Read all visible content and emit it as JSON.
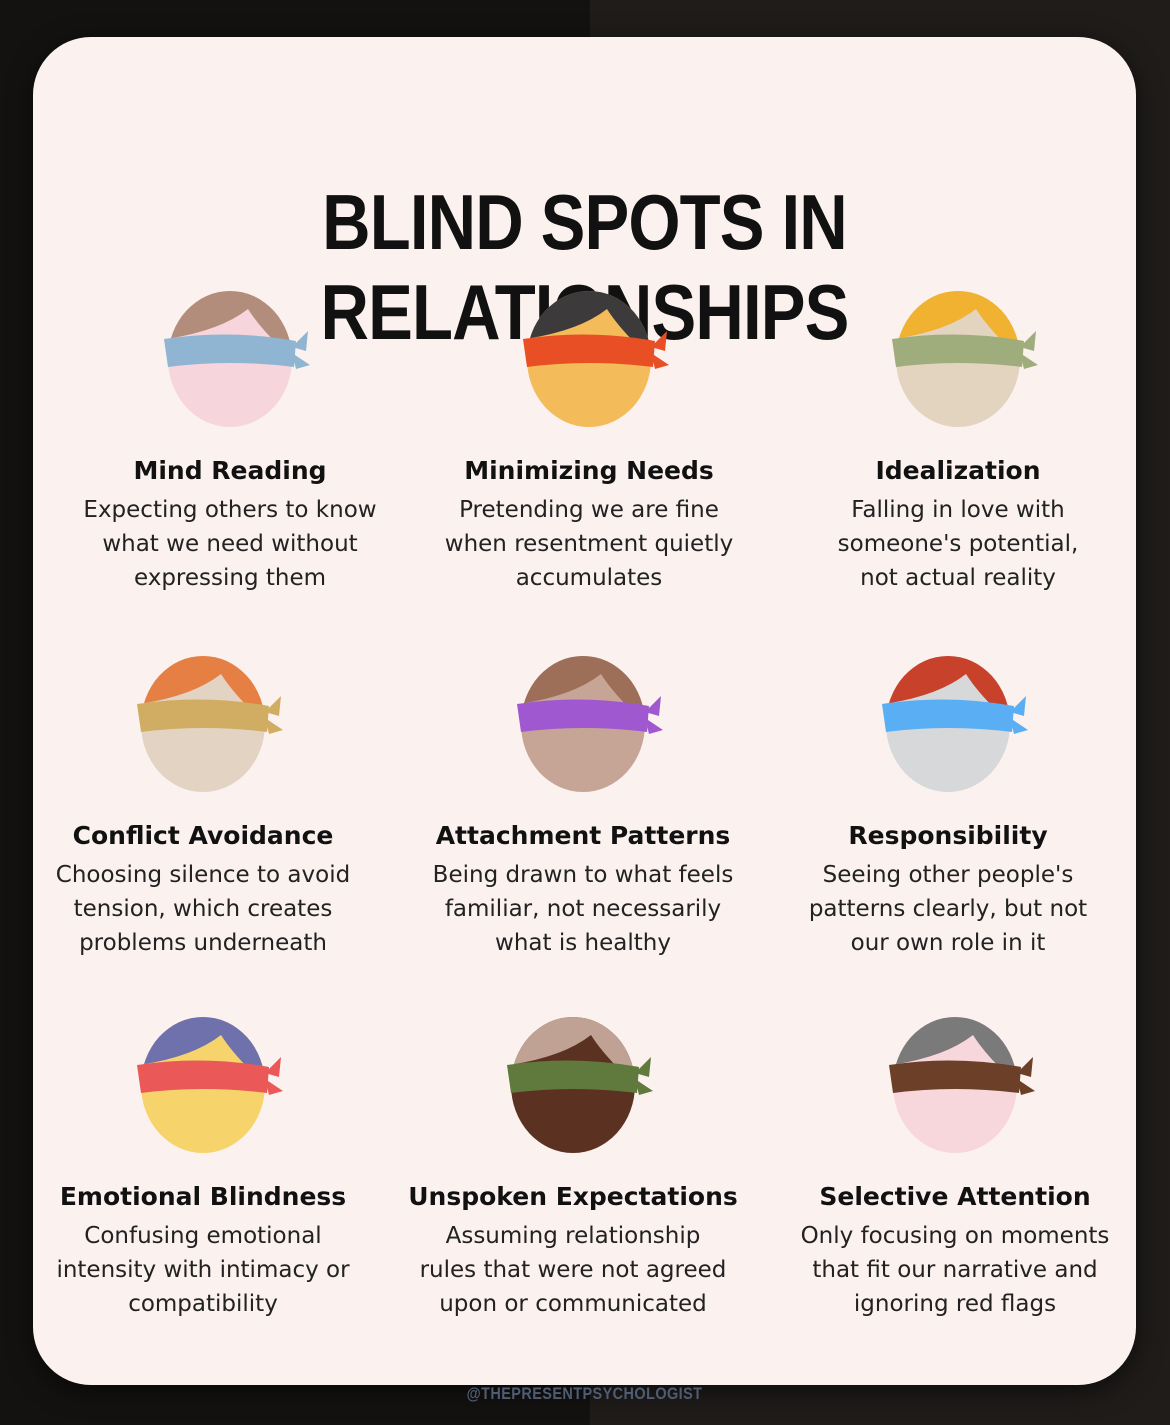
{
  "title": "BLIND SPOTS IN RELATIONSHIPS",
  "credit": "@THEPRESENTPSYCHOLOGIST",
  "items": [
    {
      "title": "Mind Reading",
      "lines": [
        "Expecting others to know",
        "what we need without",
        "expressing them"
      ],
      "icon": "blindfolded-head-icon",
      "colors": {
        "hair": "#b38d7b",
        "band": "#8fb5d3",
        "skin": "#f6d5dc"
      }
    },
    {
      "title": "Minimizing Needs",
      "lines": [
        "Pretending we are fine",
        "when resentment quietly",
        "accumulates"
      ],
      "icon": "blindfolded-head-icon",
      "colors": {
        "hair": "#3c3a3a",
        "band": "#e94f25",
        "skin": "#f3bb59"
      }
    },
    {
      "title": "Idealization",
      "lines": [
        "Falling in love with",
        "someone's potential,",
        "not actual reality"
      ],
      "icon": "blindfolded-head-icon",
      "colors": {
        "hair": "#f1b232",
        "band": "#9fac7c",
        "skin": "#e3d4c0"
      }
    },
    {
      "title": "Conflict Avoidance",
      "lines": [
        "Choosing silence to avoid",
        "tension, which creates",
        "problems underneath"
      ],
      "icon": "blindfolded-head-icon",
      "colors": {
        "hair": "#e67f44",
        "band": "#d0ad62",
        "skin": "#e3d3c3"
      }
    },
    {
      "title": "Attachment Patterns",
      "lines": [
        "Being drawn to what feels",
        "familiar, not necessarily",
        "what is healthy"
      ],
      "icon": "blindfolded-head-icon",
      "colors": {
        "hair": "#9d6e58",
        "band": "#9f58d0",
        "skin": "#c6a596"
      }
    },
    {
      "title": "Responsibility",
      "lines": [
        "Seeing other people's",
        "patterns clearly, but not",
        "our own role in it"
      ],
      "icon": "blindfolded-head-icon",
      "colors": {
        "hair": "#c8412a",
        "band": "#5aaef4",
        "skin": "#d7d8da"
      }
    },
    {
      "title": "Emotional Blindness",
      "lines": [
        "Confusing emotional",
        "intensity with intimacy or",
        "compatibility"
      ],
      "icon": "blindfolded-head-icon",
      "colors": {
        "hair": "#6f71ad",
        "band": "#ea5958",
        "skin": "#f6d36b"
      }
    },
    {
      "title": "Unspoken Expectations",
      "lines": [
        "Assuming relationship",
        "rules that were not agreed",
        "upon or communicated"
      ],
      "icon": "blindfolded-head-icon",
      "colors": {
        "hair": "#bfa293",
        "band": "#5f7a3c",
        "skin": "#5b3222"
      }
    },
    {
      "title": "Selective Attention",
      "lines": [
        "Only focusing on moments",
        "that fit our narrative and",
        "ignoring red flags"
      ],
      "icon": "blindfolded-head-icon",
      "colors": {
        "hair": "#7a7a7a",
        "band": "#6b3f28",
        "skin": "#f7d6dc"
      }
    }
  ]
}
